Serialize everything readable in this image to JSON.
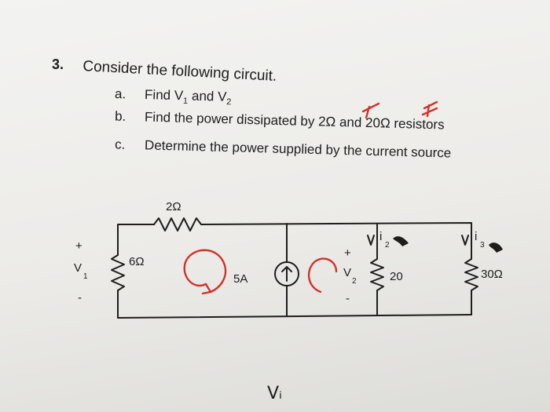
{
  "problem": {
    "number": "3.",
    "prompt": "Consider the following circuit.",
    "parts": [
      {
        "letter": "a.",
        "text_before": "Find V",
        "sub1": "1",
        "text_mid": " and V",
        "sub2": "2",
        "text_after": ""
      },
      {
        "letter": "b.",
        "text": "Find the power dissipated by 2Ω and 20Ω resistors"
      },
      {
        "letter": "c.",
        "text": "Determine the power supplied by the current source"
      }
    ]
  },
  "circuit": {
    "r_top": "2Ω",
    "r_left": "6Ω",
    "source": "5A",
    "r_mid": "20",
    "r_right": "30Ω",
    "v1": "V",
    "v1_sub": "1",
    "v2": "V",
    "v2_sub": "2",
    "i2": "i",
    "i2_sub": "2",
    "i3": "i",
    "i3_sub": "3",
    "plus": "+",
    "minus": "-"
  },
  "handwritten": {
    "bottom_note": "Vᵢ"
  },
  "colors": {
    "ink": "#1d1d1d",
    "red_pen": "#d0332b",
    "paper": "#efefec"
  }
}
